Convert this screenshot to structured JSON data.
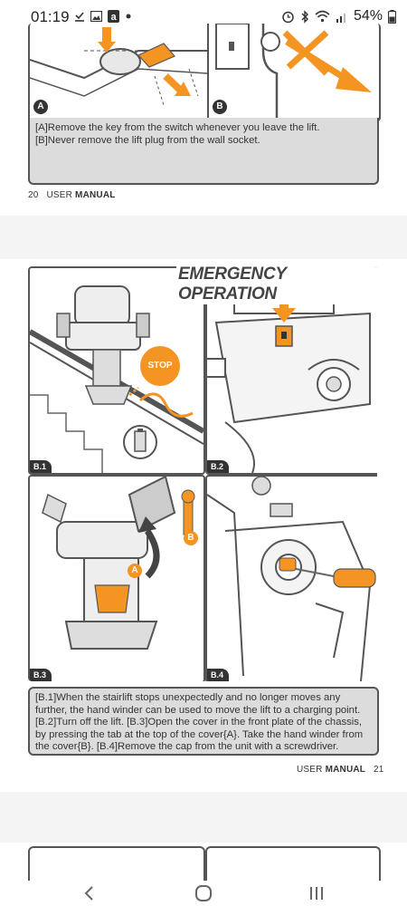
{
  "status_bar": {
    "time": "01:19",
    "battery": "54%",
    "left_icons": [
      "download-done-icon",
      "image-icon",
      "a-app-icon",
      "dot-icon"
    ],
    "right_icons": [
      "alarm-icon",
      "bluetooth-icon",
      "wifi-icon",
      "signal-icon",
      "battery-icon"
    ]
  },
  "page20": {
    "label_a": "A",
    "label_b": "B",
    "caption_line1": "[A]Remove the key from the switch whenever you leave the lift.",
    "caption_line2": "[B]Never remove the lift plug from the wall socket.",
    "footer_num": "20",
    "footer_user": "USER",
    "footer_manual": "MANUAL"
  },
  "page21": {
    "title": "EMERGENCY OPERATION",
    "stop_label": "STOP",
    "panel_b1": "B.1",
    "panel_b2": "B.2",
    "panel_b3": "B.3",
    "panel_b4": "B.4",
    "callout_a": "A",
    "callout_b": "B",
    "caption": "[B.1]When the stairlift stops unexpectedly and no longer moves any further, the hand winder can be used to move the lift to a charging point. [B.2]Turn off the lift. [B.3]Open the cover in the front plate of the chassis, by pressing the tab at the top of the cover{A}. Take the hand winder from the cover{B}. [B.4]Remove the cap from the unit with a screwdriver.",
    "footer_user": "USER",
    "footer_manual": "MANUAL",
    "footer_num": "21"
  },
  "colors": {
    "accent_orange": "#f39423",
    "caption_bg": "#dcdcdc",
    "line_dark": "#555555"
  },
  "nav": {
    "back_icon": "back-chevron-icon",
    "home_icon": "home-icon",
    "recents_icon": "recents-icon"
  }
}
